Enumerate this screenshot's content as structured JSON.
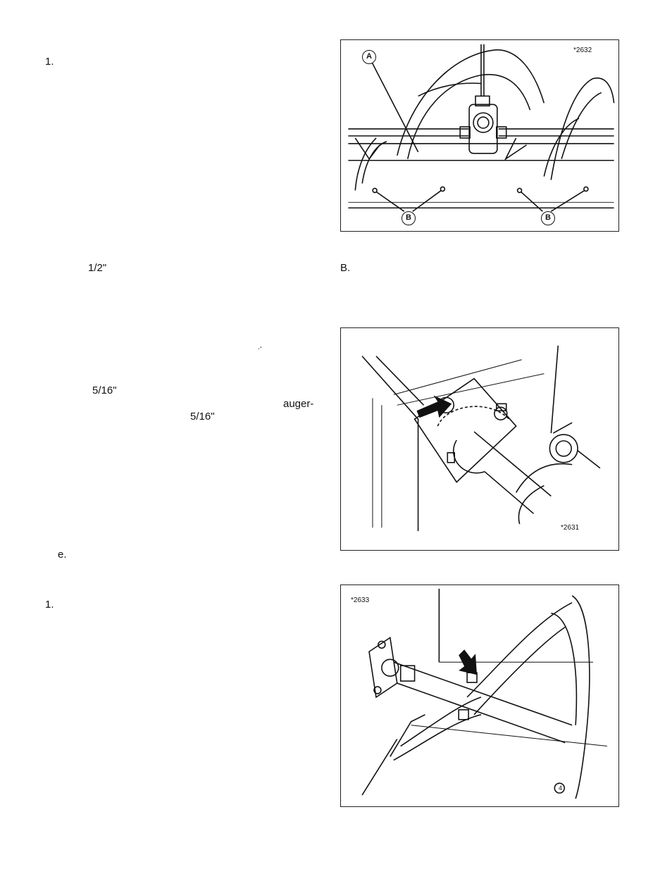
{
  "left_column": {
    "step_1_top": "1.",
    "half_inch": "1/2\"",
    "mark": ".-",
    "five_sixteenths_a": "5/16\"",
    "auger_hyphen": "auger-",
    "five_sixteenths_b": "5/16\"",
    "step_e": "e.",
    "step_1_bottom": "1."
  },
  "figures": [
    {
      "id": "*2632",
      "callouts": [
        "A",
        "B",
        "B"
      ]
    },
    {
      "id": "*2631"
    },
    {
      "id": "*2633",
      "callouts": [
        "4"
      ]
    }
  ],
  "right_column": {
    "caption_b": "B."
  }
}
